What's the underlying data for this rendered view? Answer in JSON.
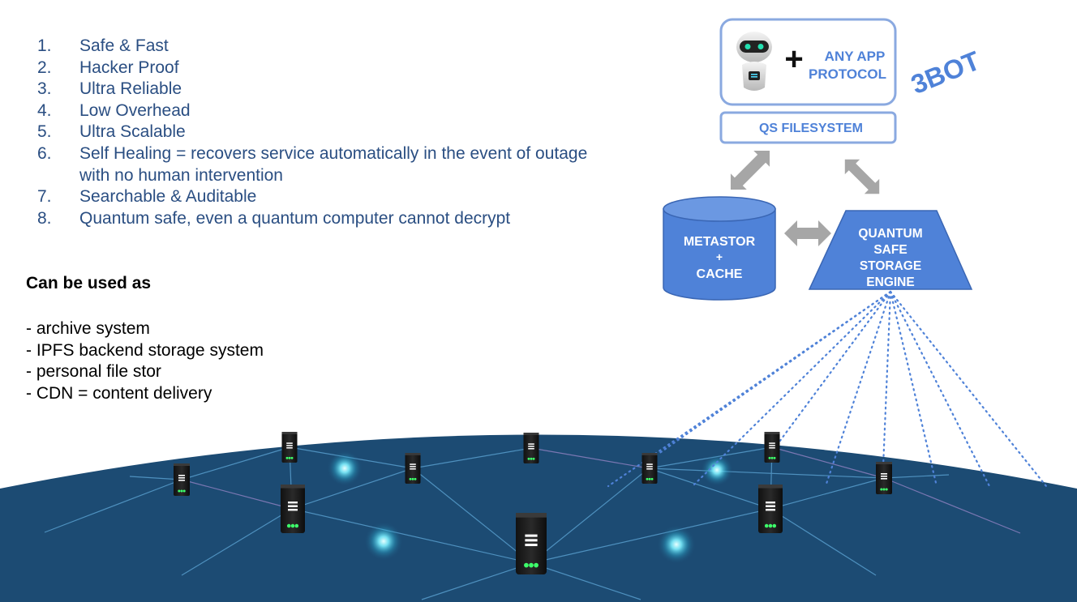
{
  "features": [
    {
      "num": "1.",
      "text": "Safe & Fast"
    },
    {
      "num": "2.",
      "text": "Hacker Proof"
    },
    {
      "num": "3.",
      "text": "Ultra Reliable"
    },
    {
      "num": "4.",
      "text": "Low Overhead"
    },
    {
      "num": "5.",
      "text": "Ultra Scalable"
    },
    {
      "num": "6.",
      "text": "Self Healing = recovers service automatically in the event of outage",
      "text2": "with no human intervention"
    },
    {
      "num": "7.",
      "text": "Searchable & Auditable"
    },
    {
      "num": "8.",
      "text": "Quantum safe, even a quantum computer cannot decrypt"
    }
  ],
  "usage": {
    "title": "Can be used as",
    "items": [
      "- archive system",
      "- IPFS backend storage system",
      "- personal file stor",
      "- CDN = content delivery"
    ]
  },
  "diagram": {
    "plus": "+",
    "app_line1": "ANY APP",
    "app_line2": "PROTOCOL",
    "brand": "3BOT",
    "filesystem": "QS FILESYSTEM",
    "metastor_line1": "METASTOR",
    "metastor_line2": "+",
    "metastor_line3": "CACHE",
    "engine_line1": "QUANTUM",
    "engine_line2": "SAFE",
    "engine_line3": "STORAGE",
    "engine_line4": "ENGINE"
  },
  "colors": {
    "accent_blue": "#4f82d8",
    "box_border": "#8aa9e0",
    "arrow_gray": "#a6a6a6",
    "network_base": "#1c4b73",
    "feature_text": "#2a4e82"
  },
  "icons": [
    "robot-icon",
    "plus-icon",
    "double-arrow-icon",
    "server-icon",
    "glow-node-icon"
  ]
}
